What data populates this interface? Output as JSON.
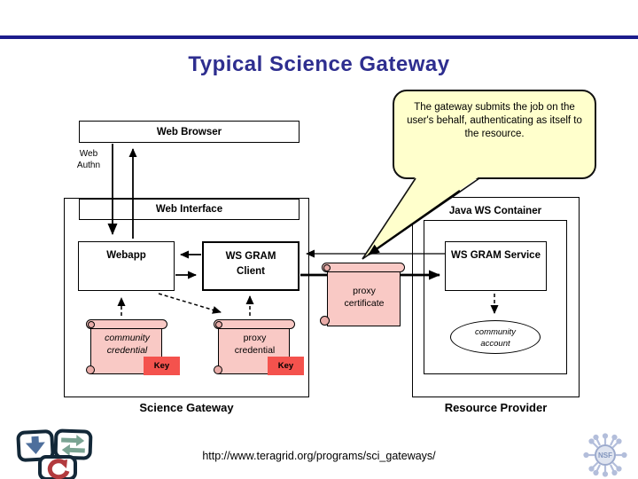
{
  "slide": {
    "title": "Typical Science Gateway",
    "footer_url": "http://www.teragrid.org/programs/sci_gateways/"
  },
  "callout": {
    "text": "The gateway submits the job on the user's behalf, authenticating as itself to the resource."
  },
  "labels": {
    "web_browser": "Web Browser",
    "web_authn_line1": "Web",
    "web_authn_line2": "Authn",
    "web_interface": "Web Interface",
    "webapp": "Webapp",
    "ws_gram_client_line1": "WS GRAM",
    "ws_gram_client_line2": "Client",
    "java_ws_container": "Java WS Container",
    "ws_gram_service": "WS GRAM Service",
    "science_gateway": "Science Gateway",
    "resource_provider": "Resource Provider",
    "proxy_certificate_line1": "proxy",
    "proxy_certificate_line2": "certificate",
    "community_credential_line1": "community",
    "community_credential_line2": "credential",
    "proxy_credential_line1": "proxy",
    "proxy_credential_line2": "credential",
    "community_account_line1": "community",
    "community_account_line2": "account",
    "key": "Key",
    "nsf": "NSF"
  },
  "icons": {
    "teragrid_logo": "teragrid-logo",
    "download_arrow": "download-arrow-icon",
    "sync_arrows": "sync-arrows-icon",
    "g_arrow": "g-arrow-icon",
    "nsf_logo": "nsf-starburst-logo"
  },
  "colors": {
    "rule_navy": "#1c1c8c",
    "title_navy": "#2e2e8f",
    "callout_yellow": "#ffffcc",
    "scroll_pink": "#f9c9c5",
    "scroll_curl_pink": "#e9aca8",
    "key_red": "#f4524d",
    "line_black": "#000000",
    "nsf_blue": "#b3bedb",
    "tg_navy": "#132838",
    "tg_blue": "#4e6f9c",
    "tg_teal": "#7aa493",
    "tg_red": "#b23a3e"
  }
}
